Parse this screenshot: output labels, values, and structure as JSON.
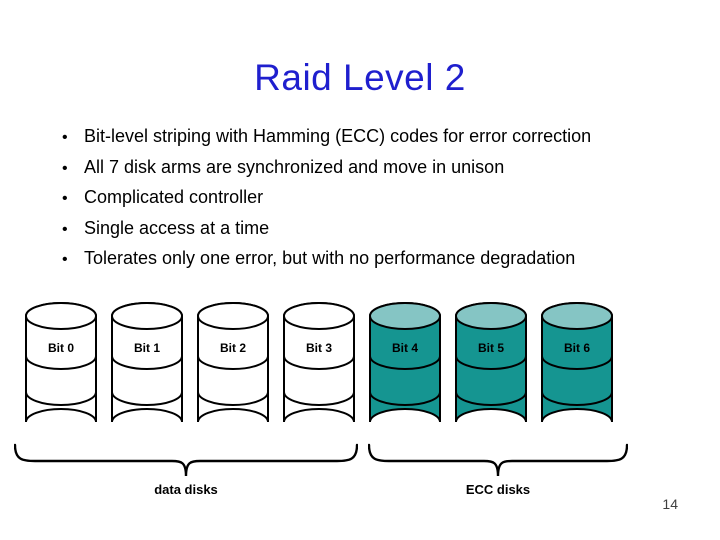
{
  "title": "Raid Level 2",
  "bullet_char": "•",
  "bullets": [
    "Bit-level striping with Hamming (ECC) codes for error correction",
    "All 7 disk arms are synchronized and move in unison",
    "Complicated controller",
    "Single access at a time",
    "Tolerates only one error, but with no performance degradation"
  ],
  "disks": [
    {
      "label": "Bit 0",
      "type": "data"
    },
    {
      "label": "Bit 1",
      "type": "data"
    },
    {
      "label": "Bit 2",
      "type": "data"
    },
    {
      "label": "Bit 3",
      "type": "data"
    },
    {
      "label": "Bit 4",
      "type": "ecc"
    },
    {
      "label": "Bit 5",
      "type": "ecc"
    },
    {
      "label": "Bit 6",
      "type": "ecc"
    }
  ],
  "groups": [
    {
      "label": "data disks"
    },
    {
      "label": "ECC disks"
    }
  ],
  "page_number": "14",
  "colors": {
    "title": "#1F1FCE",
    "data_body": "#FFFFFF",
    "data_top": "#FFFFFF",
    "ecc_body": "#159591",
    "ecc_top": "#85C5C4",
    "outline": "#000000",
    "page_number": "#404040"
  }
}
